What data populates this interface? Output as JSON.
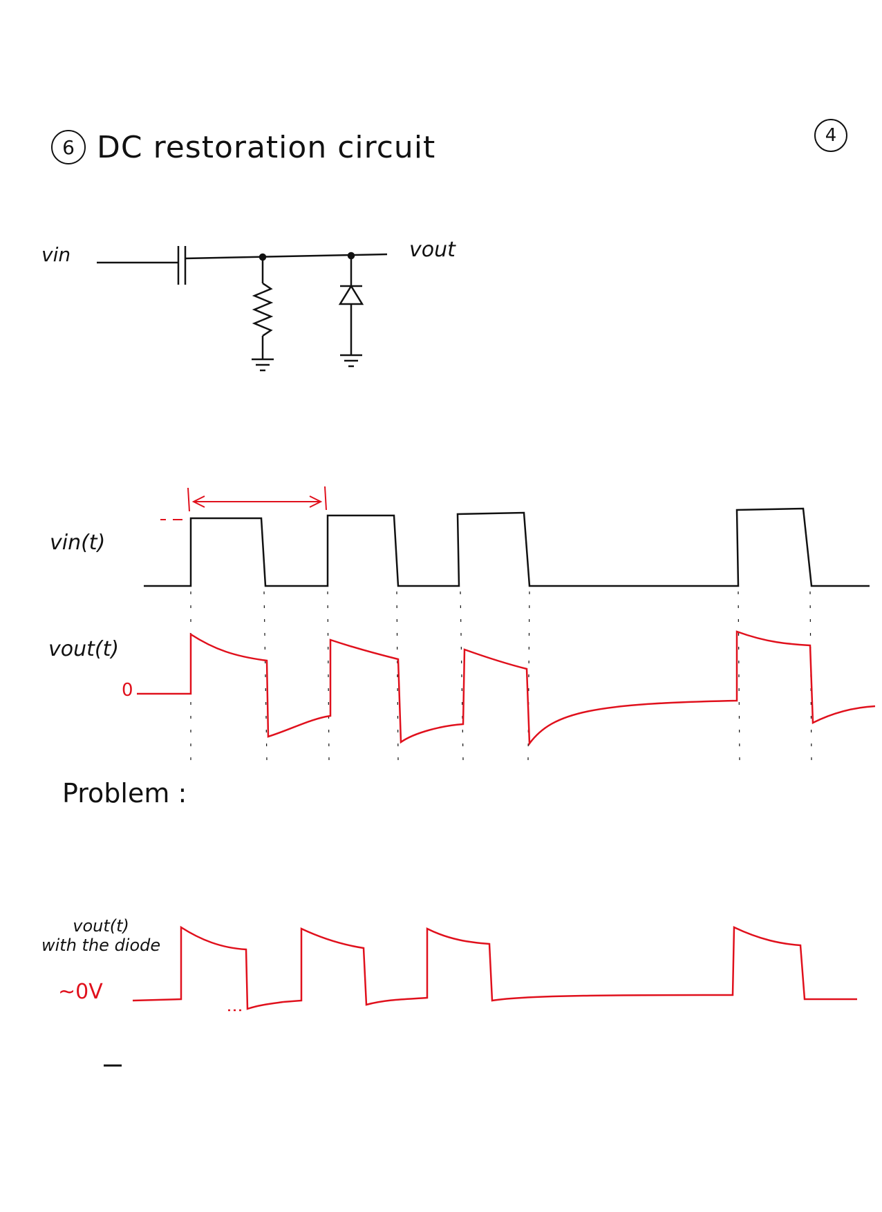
{
  "page": {
    "number": "4"
  },
  "heading": {
    "section": "6",
    "title": "DC restoration circuit"
  },
  "circuit": {
    "input_label": "vin",
    "output_label": "vout",
    "components": [
      "capacitor-series",
      "resistor-to-ground",
      "diode-to-ground"
    ]
  },
  "waveforms": {
    "input_label": "vin(t)",
    "output_label": "vout(t)",
    "zero_label": "0",
    "problem_label": "Problem :",
    "diode_label_line1": "vout(t)",
    "diode_label_line2": "with the diode",
    "diode_zero_label": "~0V"
  },
  "colors": {
    "ink": "#111111",
    "red": "#e0101c"
  }
}
